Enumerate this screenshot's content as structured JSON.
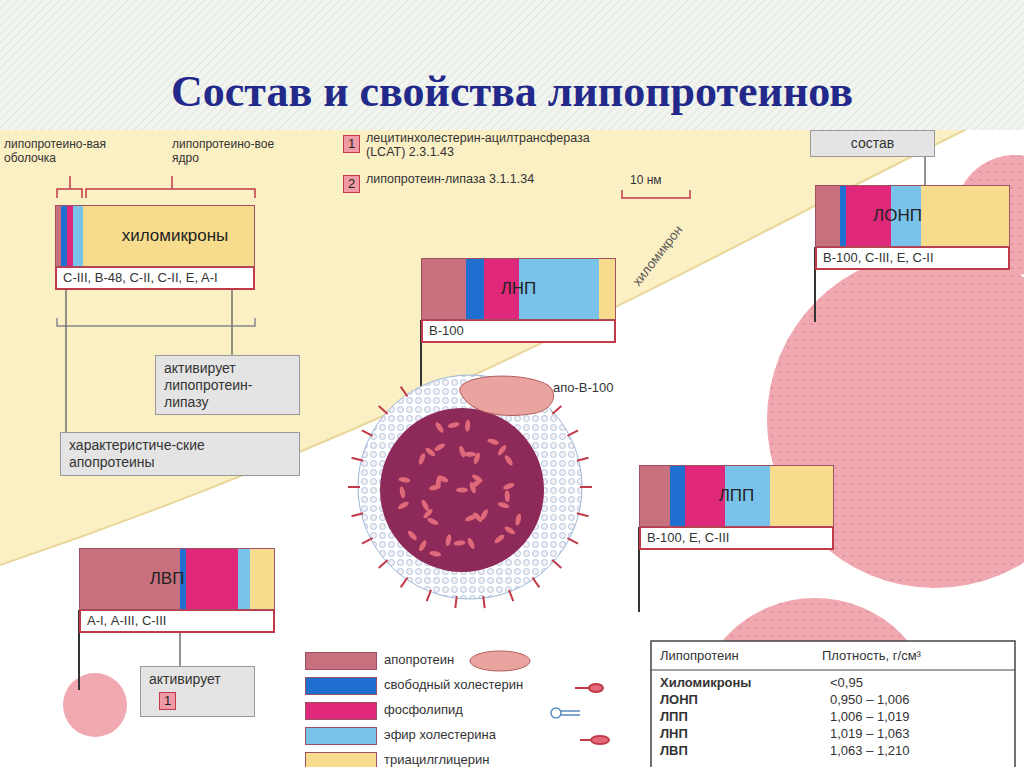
{
  "diagram": {
    "title": "Состав и свойства липопротеинов",
    "nodes": [
      {
        "text": [
          "хиломикроны",
          "C-III, B-48, C-II, C-II, E, A-I"
        ]
      },
      {
        "text": [
          "1"
        ]
      },
      {
        "text": [
          "2"
        ]
      },
      {
        "text": [
          "состав"
        ]
      },
      {
        "text": [
          "ЛОНП",
          "В-100, С-III, E, C-II"
        ]
      },
      {
        "text": [
          "ЛНП",
          "В-100"
        ]
      },
      {
        "text": [
          "активирует липопротеин-липазу"
        ]
      },
      {
        "text": [
          "характеристиче-ские апопротеины"
        ]
      },
      {
        "text": [
          "ЛПП",
          "В-100, Е, С-III"
        ]
      },
      {
        "text": [
          "ЛВП",
          "А-I, А-III, С-III"
        ]
      },
      {
        "text": [
          "активирует"
        ]
      },
      {
        "text": [
          "1"
        ],
        "in": 10
      }
    ],
    "edges": [
      {
        "from": 0,
        "to": 6,
        "arrow": "none"
      },
      {
        "from": 0,
        "to": 7,
        "arrow": "none"
      },
      {
        "from": 3,
        "to": 4,
        "arrow": "none"
      },
      {
        "from": 9,
        "to": 10,
        "arrow": "none"
      }
    ],
    "labels": [
      "липопротеино-вая оболочка",
      "липопротеино-вое ядро",
      "лецитинхолестерин-ацилтрансфераза (LCAT) 2.3.1.43",
      "липопротеин-липаза 3.1.1.34",
      "10 нм",
      "хиломикрон",
      "апо-В-100",
      "Липопротеин",
      "Плотность, г/см³",
      "Хиломикроны",
      "<0,95",
      "ЛОНП",
      "0,950 – 1,006",
      "ЛПП",
      "1,006 – 1,019",
      "ЛНП",
      "1,019 – 1,063",
      "ЛВП",
      "1,063 – 1,210"
    ],
    "legend": [
      {
        "text": "апопротеин",
        "color": "#c8707e"
      },
      {
        "text": "свободный холестерин",
        "color": "#1e6fd0"
      },
      {
        "text": "фосфолипид",
        "color": "#e0287a"
      },
      {
        "text": "эфир холестерина",
        "color": "#79c3ea"
      },
      {
        "text": "триацилглицерин",
        "color": "#f6dc8c"
      }
    ]
  }
}
